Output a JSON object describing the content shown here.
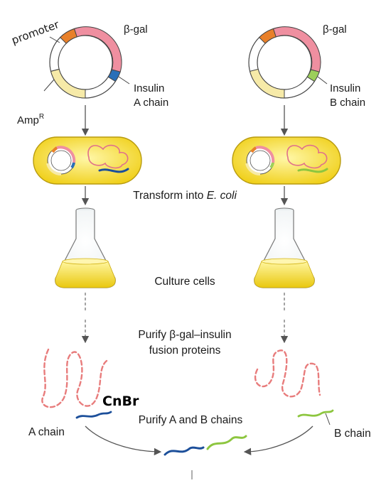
{
  "labels": {
    "promoter": "promoter",
    "beta_gal": "β-gal",
    "insulin": "Insulin",
    "a_chain_plasmid": "A chain",
    "b_chain_plasmid": "B chain",
    "amp_base": "Amp",
    "amp_sup": "R"
  },
  "steps": {
    "transform_prefix": "Transform into",
    "transform_organism": "E. coli",
    "culture": "Culture cells",
    "purify_fusion_line1": "Purify β-gal–insulin",
    "purify_fusion_line2": "fusion proteins",
    "cnbr": "CnBr",
    "purify_chains": "Purify A and B chains",
    "a_chain": "A chain",
    "b_chain": "B chain"
  },
  "colors": {
    "promoter": "#e8802a",
    "beta_gal": "#ef8fa0",
    "insulin_a": "#2a6fb8",
    "insulin_b": "#9ccf5a",
    "amp": "#f6eaa8",
    "cell_fill": "#f2d41a",
    "culture_fill": "#f5d81c",
    "a_chain_strand": "#1c4f9a",
    "b_chain_strand": "#8dc63f",
    "fusion_dashed": "#e87c7c"
  }
}
